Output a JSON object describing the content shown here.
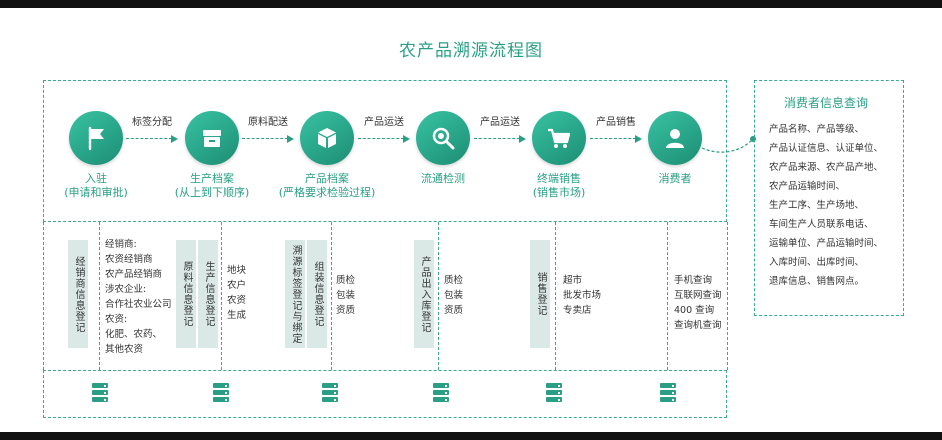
{
  "title": "农产品溯源流程图",
  "steps": [
    {
      "label": "入驻",
      "sub": "(申请和审批)",
      "icon": "flag-icon"
    },
    {
      "label": "生产档案",
      "sub": "(从上到下顺序)",
      "icon": "archive-box-icon"
    },
    {
      "label": "产品档案",
      "sub": "(严格要求检验过程)",
      "icon": "package-box-icon"
    },
    {
      "label": "流通检测",
      "sub": "",
      "icon": "magnifier-icon"
    },
    {
      "label": "终端销售",
      "sub": "(销售市场)",
      "icon": "shopping-cart-icon"
    },
    {
      "label": "消费者",
      "sub": "",
      "icon": "user-icon"
    }
  ],
  "arrows": [
    "标签分配",
    "原料配送",
    "产品运送",
    "产品运送",
    "产品销售"
  ],
  "tags": [
    "经销商信息登记",
    "原料信息登记",
    "生产信息登记",
    "溯源标签登记与绑定",
    "组装信息登记",
    "产品出入库登记",
    "销售登记"
  ],
  "lists": {
    "dealer": [
      "经销商:",
      "农资经销商",
      "农产品经销商",
      "涉农企业:",
      "合作社农业公司",
      "农资:",
      "化肥、农药、",
      "其他农资"
    ],
    "production": [
      "地块",
      "农户",
      "农资",
      "生成"
    ],
    "assembly": [
      "质检",
      "包装",
      "资质"
    ],
    "storage": [
      "质检",
      "包装",
      "资质"
    ],
    "market": [
      "超市",
      "批发市场",
      "专卖店"
    ],
    "query": [
      "手机查询",
      "互联网查询",
      "400 查询",
      "查询机查询"
    ]
  },
  "consumer": {
    "title": "消费者信息查询",
    "lines": [
      "产品名称、产品等级、",
      "产品认证信息、认证单位、",
      "农产品来源、农产品产地、",
      "农产品运输时间、",
      "生产工序、生产场地、",
      "车间生产人员联系电话、",
      "运输单位、产品运输时间、",
      "入库时间、出库时间、",
      "退库信息、销售网点。"
    ]
  },
  "database_icon": "database-server-icon",
  "colors": {
    "accent": "#2a9f86",
    "tag_bg": "#dbe9e6"
  }
}
